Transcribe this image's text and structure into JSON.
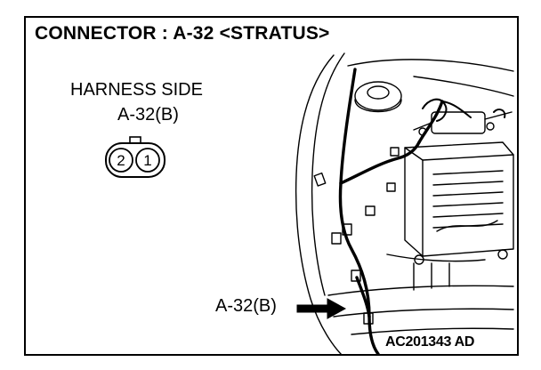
{
  "title": "CONNECTOR : A-32 <STRATUS>",
  "harness": {
    "label": "HARNESS SIDE",
    "connector_id": "A-32(B)",
    "pins": [
      "2",
      "1"
    ]
  },
  "callout": {
    "label": "A-32(B)"
  },
  "figure_code": "AC201343 AD"
}
